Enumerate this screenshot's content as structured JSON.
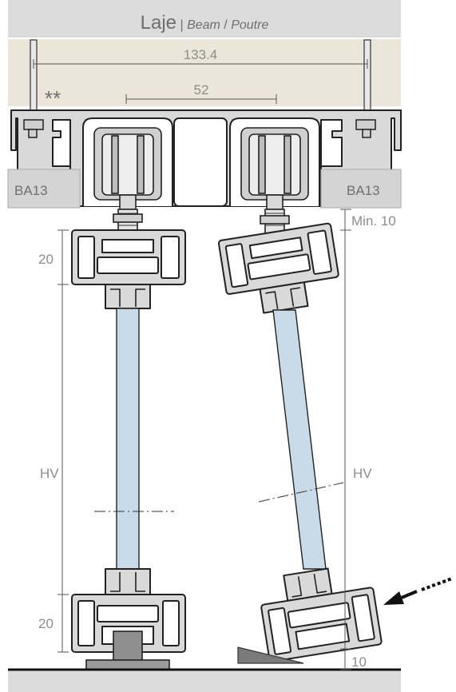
{
  "header": {
    "title_main": "Laje",
    "title_sep1": " | ",
    "title_alt1": "Beam",
    "title_sep2": " / ",
    "title_alt2": "Poutre"
  },
  "dimensions": {
    "overall_width": "133.4",
    "wheel_spacing": "52",
    "note_marker": "**",
    "board_left": "BA13",
    "board_right": "BA13",
    "min_gap": "Min. 10",
    "rail_height_top": "20",
    "rail_height_bottom": "20",
    "leaf_height_left": "HV",
    "leaf_height_right": "HV",
    "floor_gap": "10"
  },
  "colors": {
    "beam": "#dcdcdc",
    "beam_band": "#ece6da",
    "profile_fill": "#d9d9d9",
    "profile_stroke": "#222222",
    "glass": "#c9dbe8",
    "board": "#d4d4d4",
    "dim_line": "#555555",
    "label": "#8c8c8c"
  },
  "icons": {
    "arrow": "push-arrow-icon",
    "wedge": "floor-wedge-icon"
  }
}
